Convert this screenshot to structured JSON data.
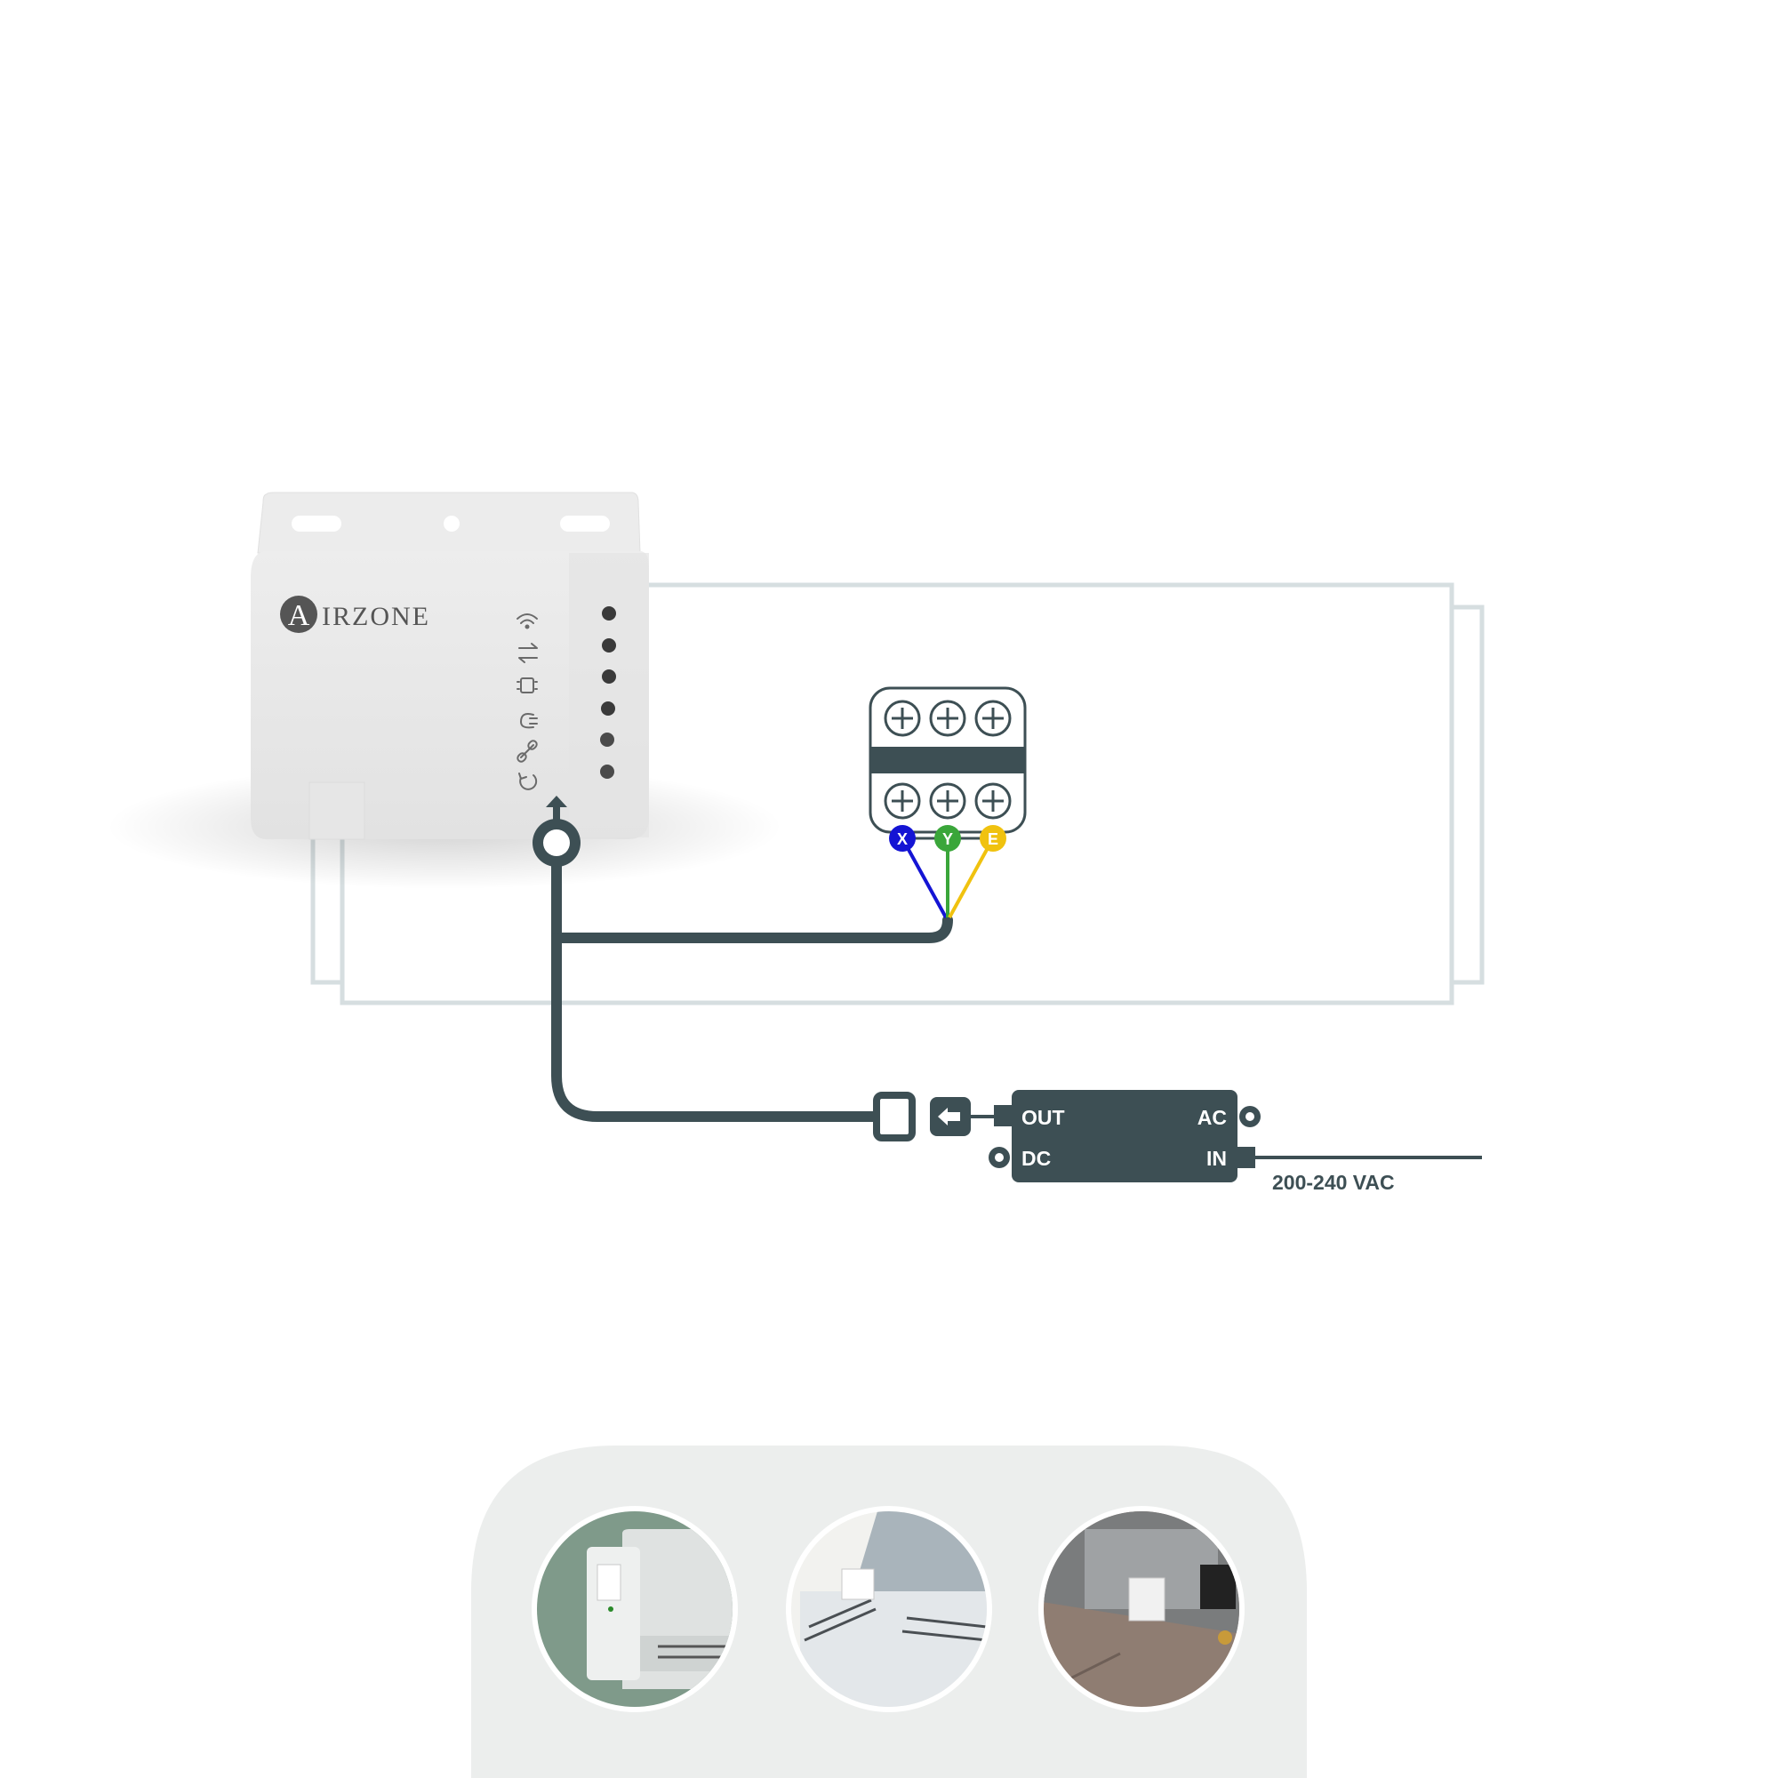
{
  "device": {
    "brand_initial": "A",
    "brand_rest": "IRZONE",
    "status_icons": [
      "wifi-icon",
      "transfer-arrows-icon",
      "chip-icon",
      "plug-icon",
      "link-icon",
      "reset-icon"
    ]
  },
  "terminal": {
    "connectors": [
      {
        "label": "X",
        "color": "#1414d4"
      },
      {
        "label": "Y",
        "color": "#3aa63a"
      },
      {
        "label": "E",
        "color": "#f0c20f"
      }
    ]
  },
  "power_supply": {
    "out_label": "OUT",
    "dc_label": "DC",
    "ac_label": "AC",
    "in_label": "IN",
    "voltage": "200-240 VAC"
  },
  "colors": {
    "cable": "#3d4f54",
    "outline": "#d6dee0",
    "device_body": "#e9e9e9",
    "panel": "#eceeed"
  },
  "install_types": [
    {
      "name": "wall-mounted-unit-photo"
    },
    {
      "name": "cassette-unit-photo"
    },
    {
      "name": "ducted-unit-photo"
    }
  ]
}
